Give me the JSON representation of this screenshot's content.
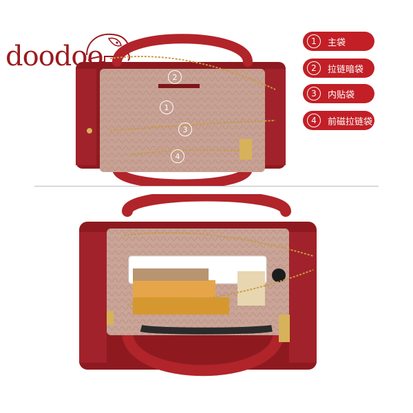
{
  "brand": {
    "logo_text": "doodoo",
    "color": "#9b1b1f"
  },
  "legend": [
    {
      "num": "1",
      "label": "主袋"
    },
    {
      "num": "2",
      "label": "拉链暗袋"
    },
    {
      "num": "3",
      "label": "内贴袋"
    },
    {
      "num": "4",
      "label": "前磁拉链袋"
    }
  ],
  "markers": [
    "2",
    "1",
    "3",
    "4"
  ],
  "colors": {
    "leather": "#b1242a",
    "leather_dark": "#7e151a",
    "lining": "#c8a296",
    "legend_bg": "#c21f26"
  },
  "icons": [
    "elephant-logo-icon",
    "handbag-photo"
  ]
}
